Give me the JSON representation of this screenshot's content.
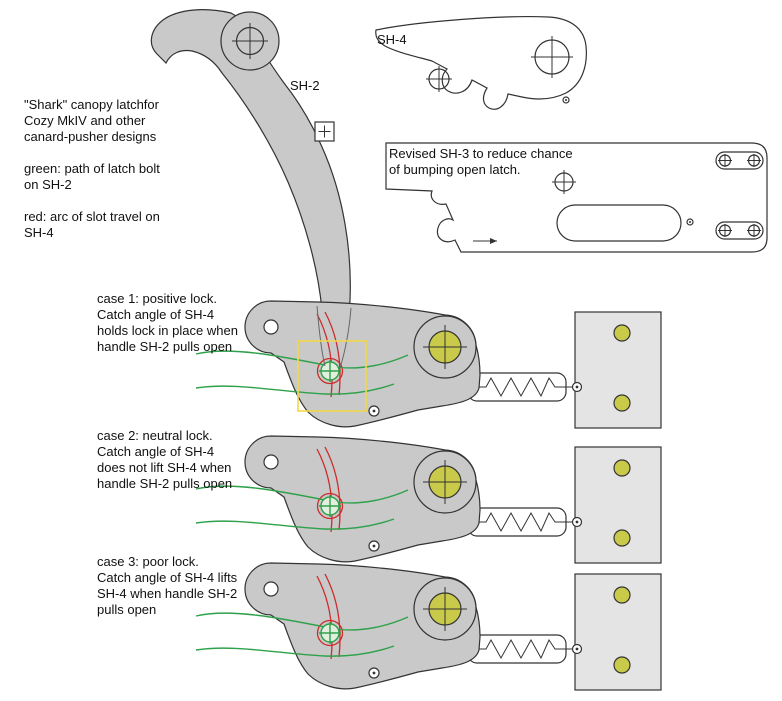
{
  "intro_note": "\"Shark\" canopy latchfor\nCozy MkIV and other\ncanard-pusher designs\n\ngreen: path of latch bolt\non SH-2\n\nred: arc of slot travel on\nSH-4",
  "parts": {
    "handle_label": "SH-2",
    "sh4_label": "SH-4",
    "sh3_note": "Revised SH-3 to reduce chance\nof bumping open latch."
  },
  "cases": [
    {
      "label": "case 1: positive lock.\nCatch angle of SH-4\nholds lock in place when\nhandle SH-2 pulls open"
    },
    {
      "label": "case 2: neutral lock.\nCatch angle of SH-4\ndoes not lift SH-4 when\nhandle SH-2 pulls open"
    },
    {
      "label": "case 3: poor lock.\nCatch angle of SH-4 lifts\nSH-4 when handle SH-2\npulls open"
    }
  ],
  "colors": {
    "body_gray": "#c9c9c9",
    "plate_gray": "#e4e4e4",
    "fastener_yellow": "#c9c94a",
    "bolt_path_green": "#2fa14b",
    "slot_arc_red": "#cc2b2b",
    "highlight_yellow": "#f0d848"
  }
}
